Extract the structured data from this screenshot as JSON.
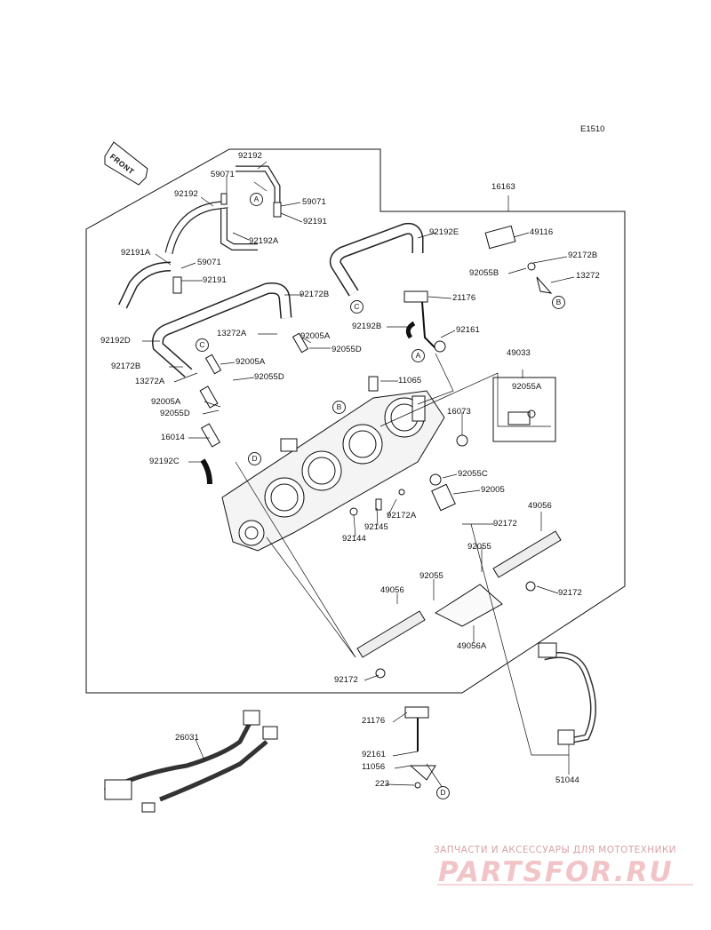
{
  "diagram_code": "E1510",
  "front_label": "FRONT",
  "watermark": {
    "top_text": "ЗАПЧАСТИ И АКСЕССУАРЫ ДЛЯ МОТОТЕХНИКИ",
    "logo_text": "PARTSFOR.RU"
  },
  "callouts": {
    "p92192_top": "92192",
    "p59071_a": "59071",
    "p59071_b": "59071",
    "p92191_a": "92191",
    "p92192": "92192",
    "p92192A": "92192A",
    "p92191A": "92191A",
    "p59071_c": "59071",
    "p92191_b": "92191",
    "p16163": "16163",
    "p92192E": "92192E",
    "p49116": "49116",
    "p92172B_r": "92172B",
    "p92055B": "92055B",
    "p13272": "13272",
    "p92172B_m": "92172B",
    "p21176": "21176",
    "p92192B": "92192B",
    "p92161": "92161",
    "p13272A_a": "13272A",
    "p92005A_a": "92005A",
    "p92055D_a": "92055D",
    "p92192D": "92192D",
    "p92005A_b": "92005A",
    "p92172B_l": "92172B",
    "p92055D_b": "92055D",
    "p13272A_b": "13272A",
    "p11065": "11065",
    "p49033": "49033",
    "p92055A_box": "92055A",
    "p92005A_c": "92005A",
    "p92055D_c": "92055D",
    "p16073": "16073",
    "p16014": "16014",
    "p92192C": "92192C",
    "p92055C": "92055C",
    "p92005": "92005",
    "p92172A": "92172A",
    "p92145": "92145",
    "p92144": "92144",
    "p92172_a": "92172",
    "p49056_r": "49056",
    "p92055_a": "92055",
    "p92055_b": "92055",
    "p49056_l": "49056",
    "p92172_b": "92172",
    "p49056A": "49056A",
    "p92172_c": "92172",
    "p26031": "26031",
    "p21176_b": "21176",
    "p92161_b": "92161",
    "p11056": "11056",
    "p223": "223",
    "p51044": "51044"
  },
  "refs": {
    "ref_A1": "A",
    "ref_A2": "A",
    "ref_B1": "B",
    "ref_B2": "B",
    "ref_C1": "C",
    "ref_C2": "C",
    "ref_D1": "D",
    "ref_D2": "D"
  }
}
